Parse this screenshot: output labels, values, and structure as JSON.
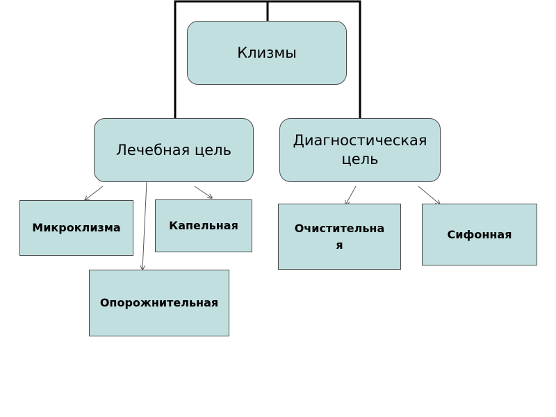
{
  "diagram": {
    "root": {
      "label": "Клизмы"
    },
    "branches": [
      {
        "label": "Лечебная цель"
      },
      {
        "label": "Диагностическая цель"
      }
    ],
    "leaves": [
      {
        "label": "Микроклизма"
      },
      {
        "label": "Капельная"
      },
      {
        "label": "Опорожнительная"
      },
      {
        "label": "Очистительна я"
      },
      {
        "label": "Сифонная"
      }
    ],
    "colors": {
      "box_fill": "#c2dfe0",
      "box_border": "#4a4a4a",
      "connector": "#000000",
      "arrow": "#555555"
    }
  }
}
